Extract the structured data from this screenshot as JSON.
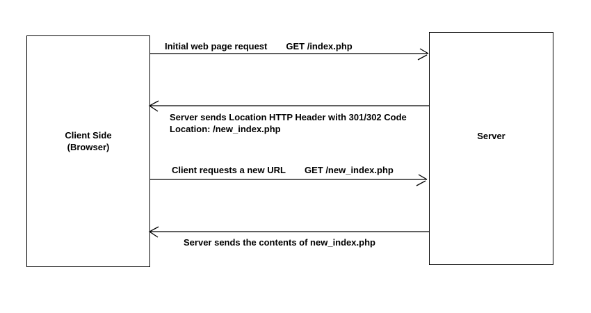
{
  "diagram": {
    "background_color": "#ffffff",
    "line_color": "#000000",
    "client_box": {
      "lines": [
        "Client Side",
        "(Browser)"
      ]
    },
    "server_box": {
      "label": "Server"
    },
    "messages": [
      {
        "direction": "client-to-server",
        "text": "Initial web page request",
        "detail": "GET /index.php"
      },
      {
        "direction": "server-to-client",
        "text": "Server sends Location HTTP Header with 301/302 Code",
        "text2": "Location: /new_index.php"
      },
      {
        "direction": "client-to-server",
        "text": "Client requests a new URL",
        "detail": "GET /new_index.php"
      },
      {
        "direction": "server-to-client",
        "text": "Server sends the contents of new_index.php"
      }
    ]
  }
}
